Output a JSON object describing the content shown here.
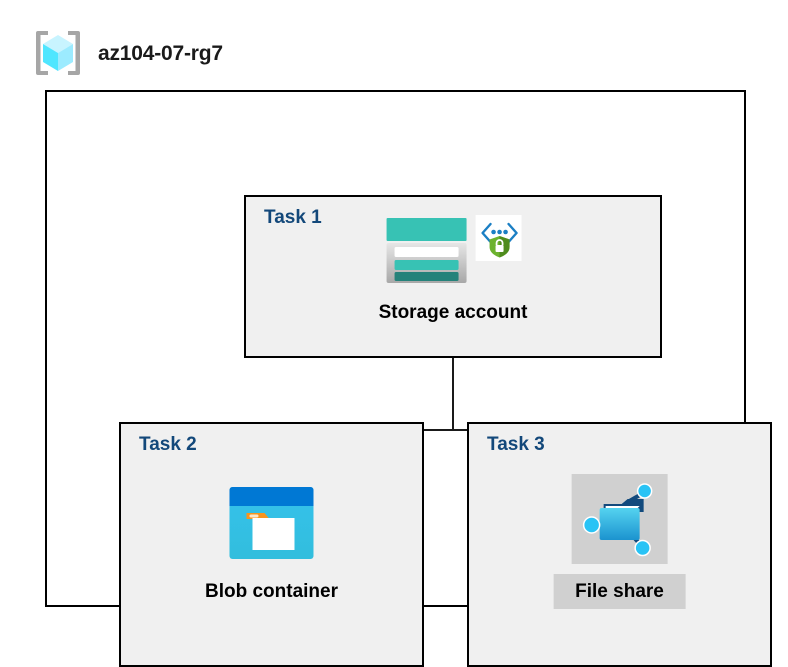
{
  "header": {
    "icon": "resource-group-icon",
    "title": "az104-07-rg7"
  },
  "diagram": {
    "type": "hierarchy",
    "container_label": "az104-07-rg7",
    "nodes": [
      {
        "id": "task-1",
        "task_label": "Task 1",
        "caption": "Storage account",
        "icons": [
          "storage-account-icon",
          "security-shield-lock-icon"
        ],
        "highlighted": false
      },
      {
        "id": "task-2",
        "task_label": "Task 2",
        "caption": "Blob container",
        "icons": [
          "blob-container-icon"
        ],
        "highlighted": false
      },
      {
        "id": "task-3",
        "task_label": "Task 3",
        "caption": "File share",
        "icons": [
          "file-share-icon"
        ],
        "highlighted": true
      }
    ],
    "edges": [
      {
        "from": "task-1",
        "to": "task-2"
      },
      {
        "from": "task-1",
        "to": "task-3"
      }
    ]
  },
  "colors": {
    "task_label": "#13487a",
    "caption": "#000000",
    "box_fill": "#f0f0f0",
    "box_border": "#000000",
    "container_fill": "#ffffff",
    "connector": "#1a1a1a",
    "highlight": "#d0d0d0",
    "storage_teal": "#37c2b4",
    "storage_teal_dark": "#258277",
    "storage_gray": "#c8c8c8",
    "blob_blue_dark": "#0078d4",
    "blob_cyan": "#32bedd",
    "blob_orange": "#f7941e",
    "fileshare_blue": "#32bedd",
    "fileshare_node": "#29c3f5",
    "shield_green": "#5e9624",
    "bracket_blue": "#0078d4",
    "rg_cube": "#9bf0ff"
  }
}
